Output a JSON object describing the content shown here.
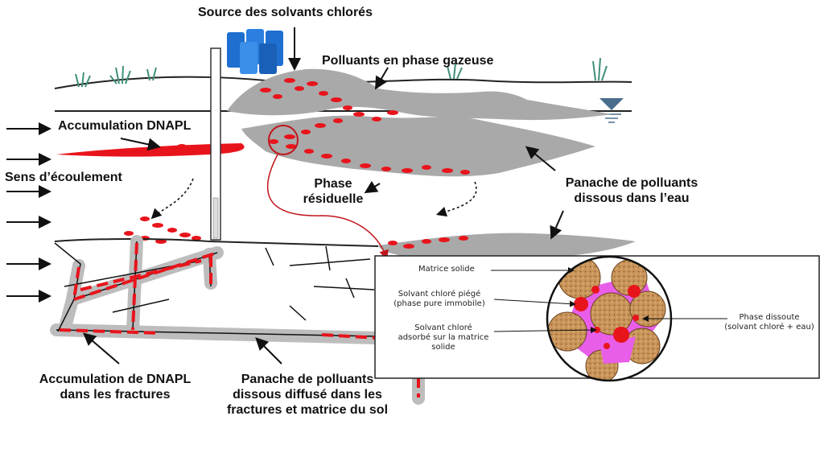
{
  "labels": {
    "source": "Source des solvants chlorés",
    "gas_phase": "Polluants en phase gazeuse",
    "dnapl_accumulation": "Accumulation DNAPL",
    "flow_direction": "Sens d’écoulement",
    "residual_phase_1": "Phase",
    "residual_phase_2": "résiduelle",
    "plume_line1": "Panache de polluants",
    "plume_line2": "dissous dans l’eau",
    "fracture_accum_line1": "Accumulation de DNAPL",
    "fracture_accum_line2": "dans les fractures",
    "diffused_line1": "Panache de polluants",
    "diffused_line2": "dissous diffusé dans les",
    "diffused_line3": "fractures et matrice du sol"
  },
  "inset": {
    "solid_matrix": "Matrice solide",
    "trapped_line1": "Solvant chloré piégé",
    "trapped_line2": "(phase pure immobile)",
    "adsorbed_line1": "Solvant chloré",
    "adsorbed_line2": "adsorbé sur la matrice",
    "adsorbed_line3": "solide",
    "dissolved_line1": "Phase dissoute",
    "dissolved_line2": "(solvant chloré + eau)"
  },
  "colors": {
    "dnapl": "#e8141c",
    "plume": "#a9a9a9",
    "soil_grain": "#c9955a",
    "dissolved_phase": "#e85ee8",
    "drum": "#1e6fd0",
    "water_table": "#4a6d8c",
    "grass": "#3f8f7a"
  },
  "icons": [
    "drum-icon",
    "grass-icon",
    "water-table-icon",
    "monitoring-well-icon"
  ]
}
